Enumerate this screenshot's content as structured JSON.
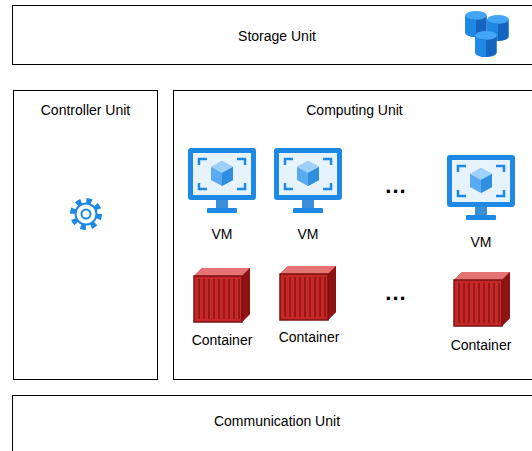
{
  "diagram": {
    "nodes": [
      {
        "text": [
          "Storage Unit"
        ]
      },
      {
        "text": [
          "Controller Unit"
        ]
      },
      {
        "text": [
          "Computing Unit"
        ]
      },
      {
        "text": [
          "Communication Unit"
        ]
      }
    ],
    "labels": [
      "VM",
      "VM",
      "...",
      "VM",
      "Container",
      "Container",
      "...",
      "Container"
    ]
  }
}
